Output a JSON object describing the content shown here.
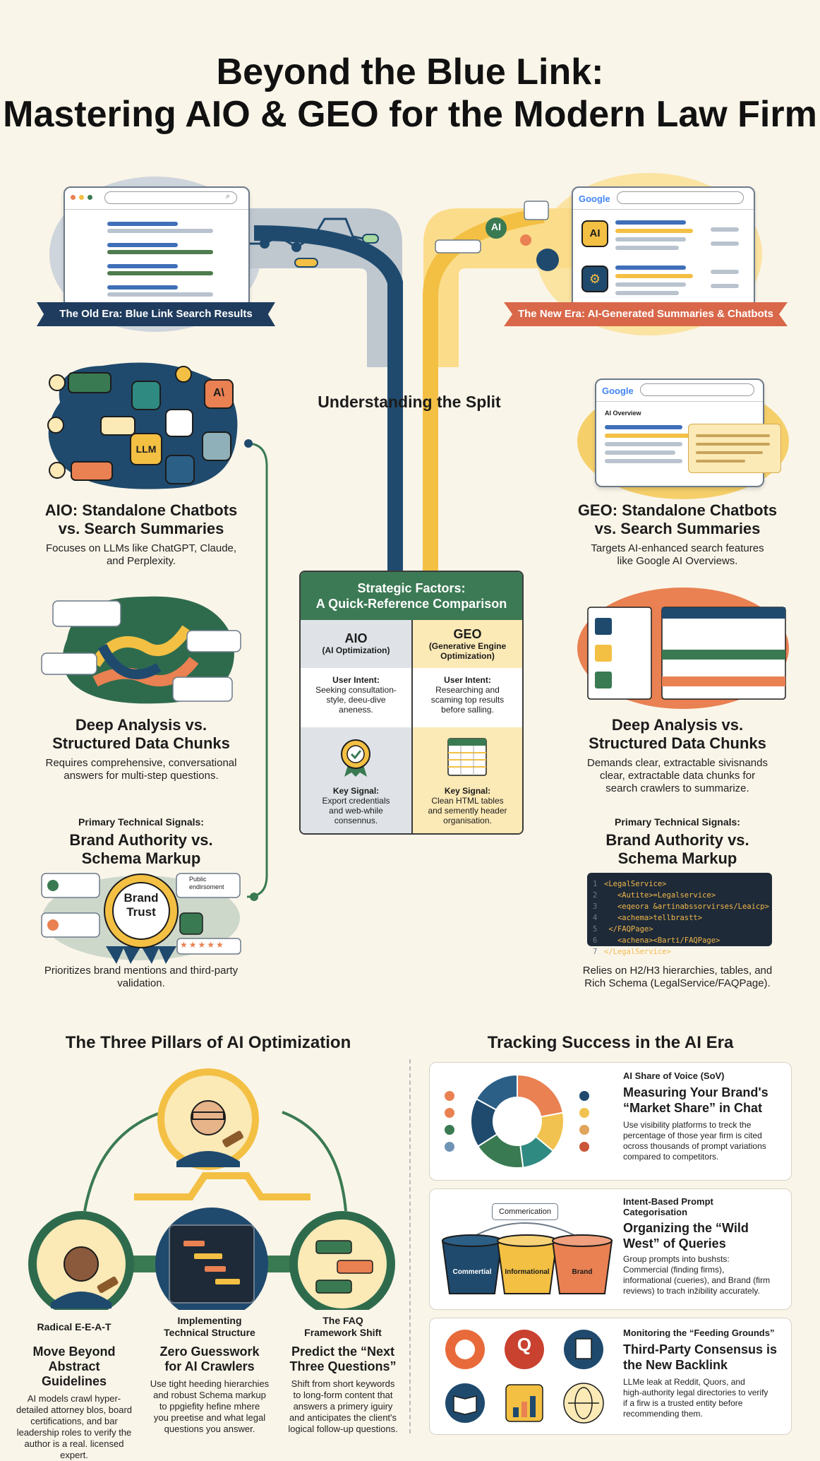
{
  "header": {
    "title_line1": "Beyond the Blue Link:",
    "title_line2": "Mastering AIO & GEO for the Modern Law Firm"
  },
  "eras": {
    "old_label": "The Old Era: Blue Link Search Results",
    "new_label": "The New Era: AI-Generated Summaries & Chatbots",
    "new_browser_brand": "Google",
    "ai_badge": "AI"
  },
  "split": {
    "title": "Understanding the Split"
  },
  "left": {
    "llm_badge": "LLM",
    "ai_badge": "A\\",
    "aio_title_1": "AIO: Standalone Chatbots",
    "aio_title_2": "vs. Search Summaries",
    "aio_desc_1": "Focuses on LLMs like ChatGPT, Claude,",
    "aio_desc_2": "and Perplexity.",
    "deep_title_1": "Deep Analysis vs.",
    "deep_title_2": "Structured Data Chunks",
    "deep_desc_1": "Requires comprehensive, conversational",
    "deep_desc_2": "answers for multi-step questions.",
    "signals_label": "Primary Technical Signals:",
    "brand_title_1": "Brand Authority vs.",
    "brand_title_2": "Schema Markup",
    "brand_badge_1": "Brand",
    "brand_badge_2": "Trust",
    "public_1": "Public",
    "public_2": "endirsoment",
    "brand_desc_1": "Prioritizes brand mentions and third-party",
    "brand_desc_2": "validation."
  },
  "right": {
    "browser_brand": "Google",
    "ai_overview": "AI Overview",
    "geo_title_1": "GEO: Standalone Chatbots",
    "geo_title_2": "vs. Search Summaries",
    "geo_desc_1": "Targets AI-enhanced search features",
    "geo_desc_2": "like Google AI Overviews.",
    "deep_title_1": "Deep Analysis vs.",
    "deep_title_2": "Structured Data Chunks",
    "deep_desc_1": "Demands clear, extractable sіvisnands",
    "deep_desc_2": "clear, extractable data chunks for",
    "deep_desc_3": "search crawlers to summarize.",
    "signals_label": "Primary Technical Signals:",
    "brand_title_1": "Brand Authority vs.",
    "brand_title_2": "Schema Markup",
    "code_lines": [
      "<LegalService>",
      "   <Autite>=Legalservice>",
      "   <eqeora &artinabssorvirses/Leaicp>",
      "   <achema>tellbrastt>",
      " </FAQPage>",
      "   <achena><Barti/FAQPage>",
      "</LegalService>"
    ],
    "code_numbers": [
      "1",
      "2",
      "3",
      "4",
      "5",
      "6",
      "7"
    ],
    "schema_desc_1": "Relies on H2/H3 hierarchies, tables, and",
    "schema_desc_2": "Rich Schema (LegalService/FAQPage)."
  },
  "comparison": {
    "title_1": "Strategic Factors:",
    "title_2": "A Quick-Reference Comparison",
    "aio_head": "AIO",
    "aio_sub": "(AI Optimization)",
    "geo_head": "GEO",
    "geo_sub_1": "(Generative Engine",
    "geo_sub_2": "Optimization)",
    "aio_intent_label": "User Intent:",
    "aio_intent_1": "Seeking consultation-",
    "aio_intent_2": "style, deeu-dive",
    "aio_intent_3": "aneness.",
    "geo_intent_label": "User Intent:",
    "geo_intent_1": "Researching and",
    "geo_intent_2": "scaming top results",
    "geo_intent_3": "before salling.",
    "aio_signal_label": "Key Signal:",
    "aio_signal_1": "Export credentials",
    "aio_signal_2": "and web-while",
    "aio_signal_3": "consennus.",
    "geo_signal_label": "Key Signal:",
    "geo_signal_1": "Clean HTML tables",
    "geo_signal_2": "and semently header",
    "geo_signal_3": "organisation."
  },
  "pillars": {
    "title": "The Three Pillars of AI Optimization",
    "items": [
      {
        "label": "Radical E-E-A-T",
        "title_1": "Move Beyond",
        "title_2": "Abstract Guidelines",
        "desc": [
          "AI models crawl hyper-",
          "detailed attorney blos, board",
          "certifications, and bar",
          "leadership roles to verify the",
          "author is a real. licensed expert."
        ]
      },
      {
        "label_1": "Implementing",
        "label_2": "Technical Structure",
        "title_1": "Zero Guesswork",
        "title_2": "for AI Crawlers",
        "desc": [
          "Use tight heeding hierarchies",
          "and robust Schema markup",
          "to ppgiefity hefine mhere",
          "you preetise and what legal",
          "questions you answer."
        ]
      },
      {
        "label_1": "The FAQ",
        "label_2": "Framework Shift",
        "title_1": "Predict the “Next",
        "title_2": "Three Questions”",
        "desc": [
          "Shift from short keywords",
          "to long-form content that",
          "answers a primery iguiry",
          "and anticipates the client's",
          "logical follow-up questions."
        ]
      }
    ]
  },
  "tracking": {
    "title": "Tracking Success in the AI Era",
    "cards": [
      {
        "kicker": "AI Share of Voice (SoV)",
        "title_1": "Measuring Your Brand's",
        "title_2": "“Market Share” in Chat",
        "desc": [
          "Use visibility platforms to treck the",
          "percentage of those year firm is cited",
          "ocross thousands of prompt variations",
          "compared to competitors."
        ]
      },
      {
        "kicker_1": "Intent-Based Prompt",
        "kicker_2": "Categorisation",
        "title_1": "Organizing the “Wild",
        "title_2": "West” of Queries",
        "desc": [
          "Group prompts into bushsts:",
          "Commercial (finding firms),",
          "informational (сueries), and Brand (firm",
          "reviews) to trach inžibility accurately."
        ],
        "tag": "Commerication",
        "buckets": [
          "Commertial",
          "Informational",
          "Brand"
        ]
      },
      {
        "kicker": "Monitoring the “Feeding Grounds”",
        "title_1": "Third-Party Consensus is",
        "title_2": "the New Backlink",
        "desc": [
          "LLMe leak at Reddit, Quors, and",
          "high-authority legal directories to verify",
          "if a firw is a trusted entity before",
          "recommending them."
        ]
      }
    ]
  },
  "chart_data": {
    "type": "pie",
    "values": [
      22,
      14,
      12,
      18,
      17,
      17
    ],
    "colors": [
      "#e98152",
      "#f1c24f",
      "#2f8a82",
      "#3a7a52",
      "#1f4a6e",
      "#2c5f86"
    ]
  }
}
